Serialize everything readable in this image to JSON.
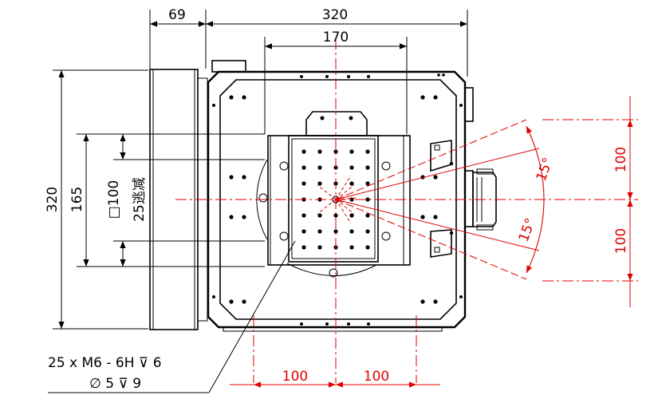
{
  "colors": {
    "outline": "#000000",
    "centerline": "#e00000",
    "background": "#ffffff"
  },
  "dimensions": {
    "top_left_width": "69",
    "top_overall_width": "320",
    "top_inner_width": "170",
    "left_overall_height": "320",
    "left_inner_height": "165",
    "left_square": "□100",
    "left_relief": "25逃减",
    "right_upper": "100",
    "right_lower": "100",
    "bottom_left": "100",
    "bottom_right": "100",
    "angle_upper": "15°",
    "angle_lower": "15°"
  },
  "callout": {
    "line1": "25 x  M6 - 6H ⊽ 6",
    "line2": "∅  5 ⊽ 9"
  }
}
